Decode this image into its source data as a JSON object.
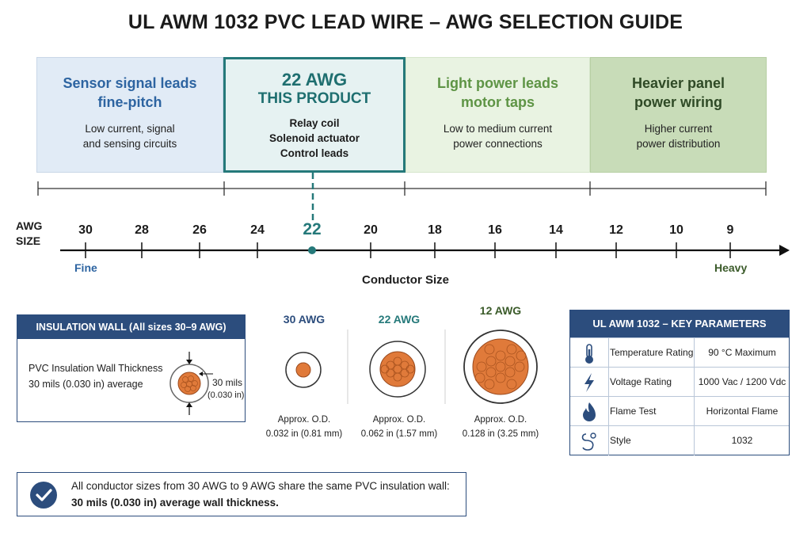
{
  "title": "UL AWM 1032 PVC LEAD WIRE – AWG SELECTION GUIDE",
  "panels": [
    {
      "heading_1": "Sensor signal leads",
      "heading_2": "fine-pitch",
      "desc_1": "Low current, signal",
      "desc_2": "and sensing circuits"
    },
    {
      "heading_1": "22 AWG",
      "heading_2": "THIS PRODUCT",
      "desc_1": "Relay coil",
      "desc_2": "Solenoid actuator",
      "desc_3": "Control leads"
    },
    {
      "heading_1": "Light power leads",
      "heading_2": "motor taps",
      "desc_1": "Low to medium current",
      "desc_2": "power connections"
    },
    {
      "heading_1": "Heavier panel",
      "heading_2": "power wiring",
      "desc_1": "Higher current",
      "desc_2": "power distribution"
    }
  ],
  "scale": {
    "axis_label_1": "AWG",
    "axis_label_2": "SIZE",
    "ticks": [
      "30",
      "28",
      "26",
      "24",
      "22",
      "20",
      "18",
      "16",
      "14",
      "12",
      "10",
      "9"
    ],
    "highlight": "22",
    "fine_label": "Fine",
    "heavy_label": "Heavy",
    "caption": "Conductor Size"
  },
  "insulation": {
    "header": "INSULATION WALL (All sizes 30–9 AWG)",
    "line_1": "PVC Insulation Wall Thickness",
    "line_2": "30 mils (0.030 in) average",
    "callout_1": "30 mils",
    "callout_2": "(0.030 in)"
  },
  "cross_sections": [
    {
      "label": "30 AWG",
      "od_label": "Approx. O.D.",
      "od_value": "0.032 in (0.81 mm)"
    },
    {
      "label": "22 AWG",
      "od_label": "Approx. O.D.",
      "od_value": "0.062 in (1.57 mm)"
    },
    {
      "label": "12 AWG",
      "od_label": "Approx. O.D.",
      "od_value": "0.128 in (3.25 mm)"
    }
  ],
  "params": {
    "header": "UL AWM 1032 – KEY PARAMETERS",
    "rows": [
      {
        "icon": "thermometer-icon",
        "label": "Temperature Rating",
        "value": "90 °C Maximum"
      },
      {
        "icon": "lightning-bolt-icon",
        "label": "Voltage Rating",
        "value": "1000 Vac / 1200 Vdc"
      },
      {
        "icon": "flame-icon",
        "label": "Flame Test",
        "value": "Horizontal Flame"
      },
      {
        "icon": "wire-coil-icon",
        "label": "Style",
        "value": "1032"
      }
    ]
  },
  "note": {
    "line_1": "All conductor sizes from 30 AWG to 9 AWG share the same PVC insulation wall:",
    "line_2": "30 mils (0.030 in) average wall thickness."
  },
  "colors": {
    "teal": "#25797a",
    "navy": "#2c4d7d",
    "copper": "#e07a3a",
    "blue_text": "#2d64a1",
    "green_text": "#5e9445"
  }
}
